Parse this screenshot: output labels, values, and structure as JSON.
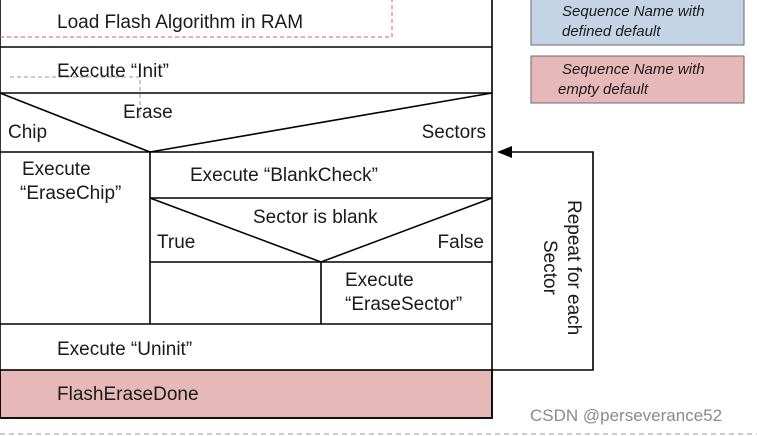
{
  "colors": {
    "defined_default_fill": "#c4d4e6",
    "empty_default_fill": "#e6b8b8",
    "dashed_red": "#e05a5a",
    "dashed_gray": "#9a9a9a"
  },
  "steps": {
    "load": "Load Flash Algorithm in RAM",
    "init": "Execute “Init”",
    "erase_decision": "Erase",
    "chip_branch": "Chip",
    "sectors_branch": "Sectors",
    "erase_chip_line1": "Execute",
    "erase_chip_line2": "“EraseChip”",
    "blank_check": "Execute “BlankCheck”",
    "sector_blank": "Sector is blank",
    "true_branch": "True",
    "false_branch": "False",
    "erase_sector_line1": "Execute",
    "erase_sector_line2": "“EraseSector”",
    "uninit": "Execute “Uninit”",
    "done": "FlashEraseDone"
  },
  "loop": {
    "line1": "Repeat for each",
    "line2": "Sector"
  },
  "legend": {
    "defined_line1": "Sequence Name with",
    "defined_line2": "defined default",
    "empty_line1": "Sequence Name with",
    "empty_line2": "empty default"
  },
  "watermark": "CSDN @perseverance52"
}
